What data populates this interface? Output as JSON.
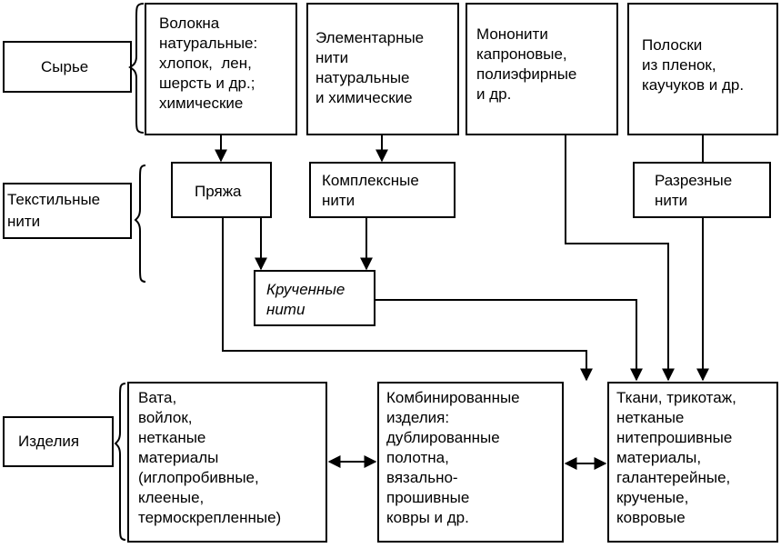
{
  "rows": {
    "raw": "Сырье",
    "threads": "Текстильные\nнити",
    "products": "Изделия"
  },
  "nodes": {
    "fibers": "Волокна\nнатуральные:\nхлопок,  лен,\nшерсть и др.;\nхимические",
    "elementary": "Элементарные\nнити\nнатуральные\nи химические",
    "monofil": "Мононити\nкапроновые,\nполиэфирные\nи др.",
    "strips": "Полоски\nиз пленок,\nкаучуков и др.",
    "yarn": "Пряжа",
    "complex": "Комплексные\nнити",
    "cut": "Разрезные\nнити",
    "twisted": "Крученные\nнити",
    "batting": "Вата,\nвойлок,\nнетканые\nматериалы\n(иглопробивные,\nклееные,\nтермоскрепленные)",
    "combined": "Комбинированные\nизделия:\nдублированные\nполотна,\nвязально-\nпрошивные\nковры и др.",
    "fabrics": "Ткани, трикотаж,\nнетканые\nнитепрошивные\nматериалы,\nгалантерейные,\nкрученые,\nковровые"
  }
}
